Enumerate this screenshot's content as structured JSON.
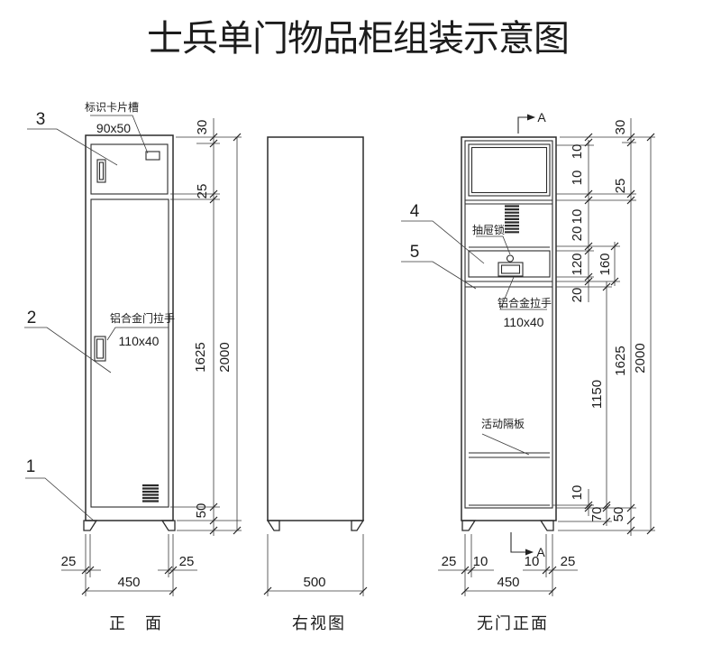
{
  "title": "士兵单门物品柜组装示意图",
  "colors": {
    "line": "#2b2b2b",
    "background": "#ffffff"
  },
  "front_view": {
    "caption": "正　面",
    "part_1": "1",
    "part_2": "2",
    "part_3": "3",
    "card_slot_label": "标识卡片槽",
    "card_slot_size": "90x50",
    "door_handle_label": "铝合金门拉手",
    "door_handle_size": "110x40",
    "dims": {
      "top_inset": "30",
      "door_gap": "25",
      "door_height": "1625",
      "total_height": "2000",
      "foot_height": "50",
      "margin_left": "25",
      "width": "450",
      "margin_right": "25"
    }
  },
  "side_view": {
    "caption": "右视图",
    "dims": {
      "depth": "500"
    }
  },
  "nodoor_view": {
    "caption": "无门正面",
    "section_letter_top": "A",
    "section_letter_bottom": "A",
    "part_4": "4",
    "part_5": "5",
    "drawer_lock_label": "抽屉锁",
    "drawer_handle_label": "铝合金拉手",
    "drawer_handle_size": "110x40",
    "shelf_label": "活动隔板",
    "dims": {
      "top_inset": "30",
      "t10a": "10",
      "t10b": "10",
      "gap25": "25",
      "t10c": "10",
      "t20a": "20",
      "drawer120": "120",
      "drawer160": "160",
      "t20b": "20",
      "lower1150": "1150",
      "door1625": "1625",
      "total2000": "2000",
      "b10": "10",
      "b70": "70",
      "foot50": "50",
      "m25l": "25",
      "m10l": "10",
      "m10r": "10",
      "m25r": "25",
      "width450": "450"
    }
  }
}
